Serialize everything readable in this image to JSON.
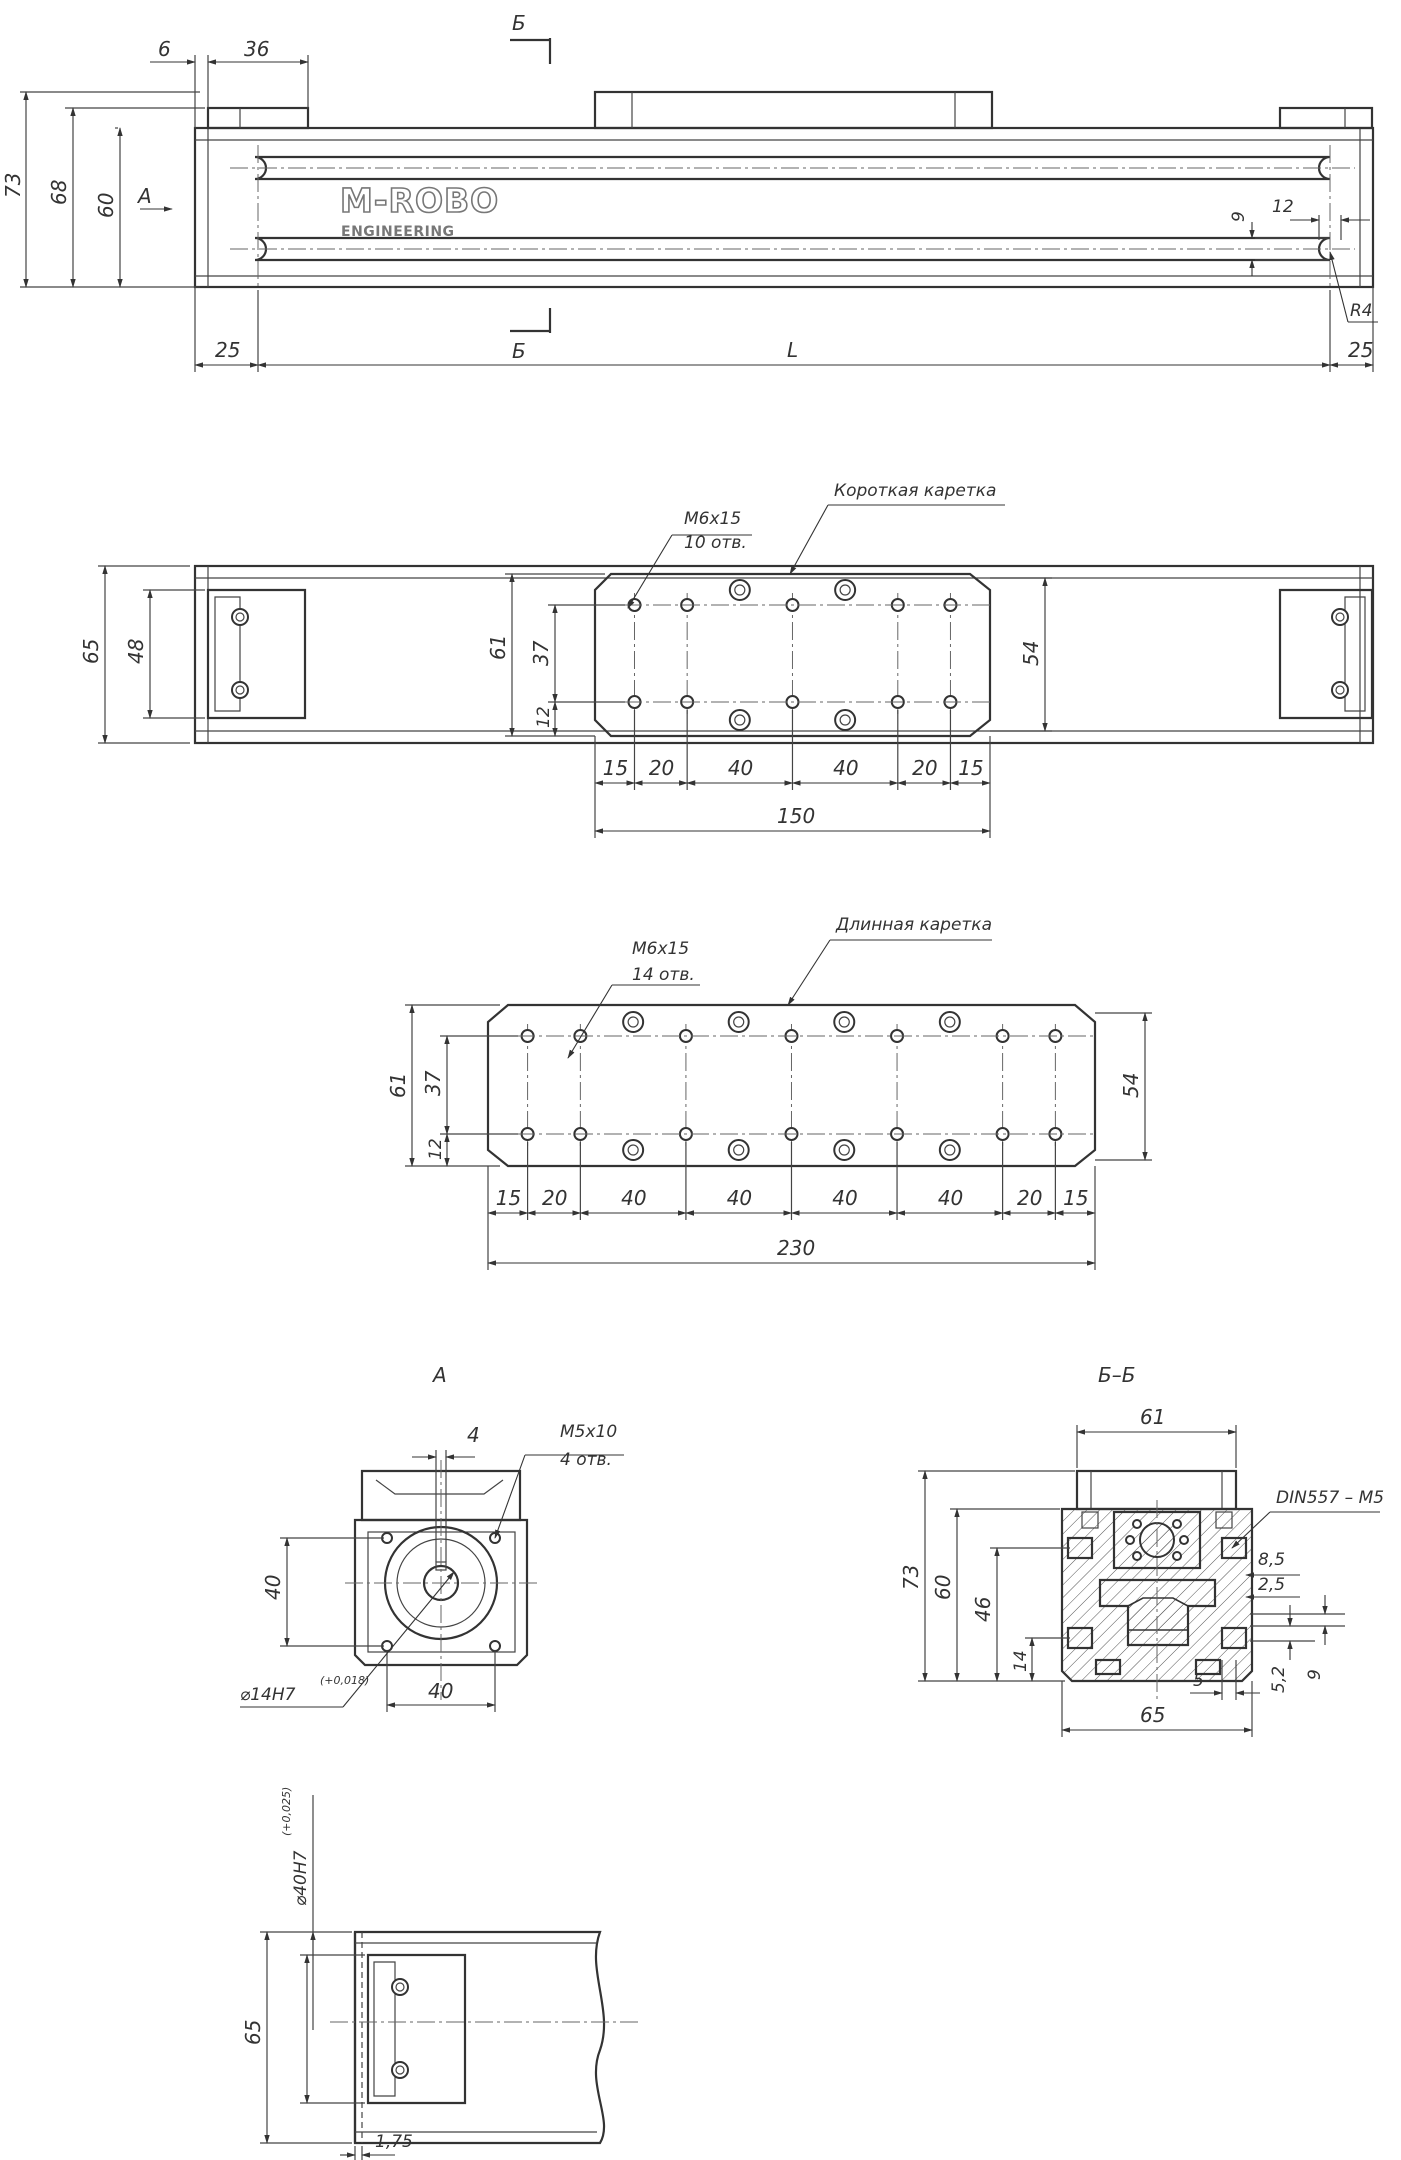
{
  "logo": {
    "brand": "M-ROBO",
    "sub": "ENGINEERING"
  },
  "section_marks": {
    "section_letter": "Б",
    "view_letter": "А"
  },
  "labels": {
    "short_carriage": "Короткая каретка",
    "long_carriage": "Длинная каретка",
    "view_a": "А",
    "section_bb": "Б–Б"
  },
  "view_top": {
    "d6": "6",
    "d36": "36",
    "d73": "73",
    "d68": "68",
    "d60": "60",
    "d25_left": "25",
    "dL": "L",
    "d25_right": "25",
    "d9": "9",
    "d12": "12",
    "dR4": "R4"
  },
  "view_short": {
    "thread": "M6x15",
    "holes": "10 отв.",
    "d65": "65",
    "d48": "48",
    "d61": "61",
    "d37": "37",
    "d12": "12",
    "d54": "54",
    "d150": "150",
    "spacing": [
      "15",
      "20",
      "40",
      "40",
      "20",
      "15"
    ]
  },
  "view_long": {
    "thread": "M6x15",
    "holes": "14 отв.",
    "d61": "61",
    "d37": "37",
    "d12": "12",
    "d54": "54",
    "d230": "230",
    "spacing": [
      "15",
      "20",
      "40",
      "40",
      "40",
      "40",
      "20",
      "15"
    ]
  },
  "view_a": {
    "d4": "4",
    "thread": "M5x10",
    "holes": "4 отв.",
    "d40v": "40",
    "d40h": "40",
    "shaft": "⌀14H7",
    "shaft_tol": "(+0,018)"
  },
  "view_bb": {
    "d61": "61",
    "rail": "DIN557 – M5",
    "d73": "73",
    "d60": "60",
    "d46": "46",
    "d14": "14",
    "d8_5": "8,5",
    "d2_5": "2,5",
    "d5": "5",
    "d5_2": "5,2",
    "d9": "9",
    "d65": "65"
  },
  "view_end": {
    "bore": "⌀40H7",
    "bore_tol": "(+0,025)",
    "d65": "65",
    "d1_75": "1,75"
  }
}
